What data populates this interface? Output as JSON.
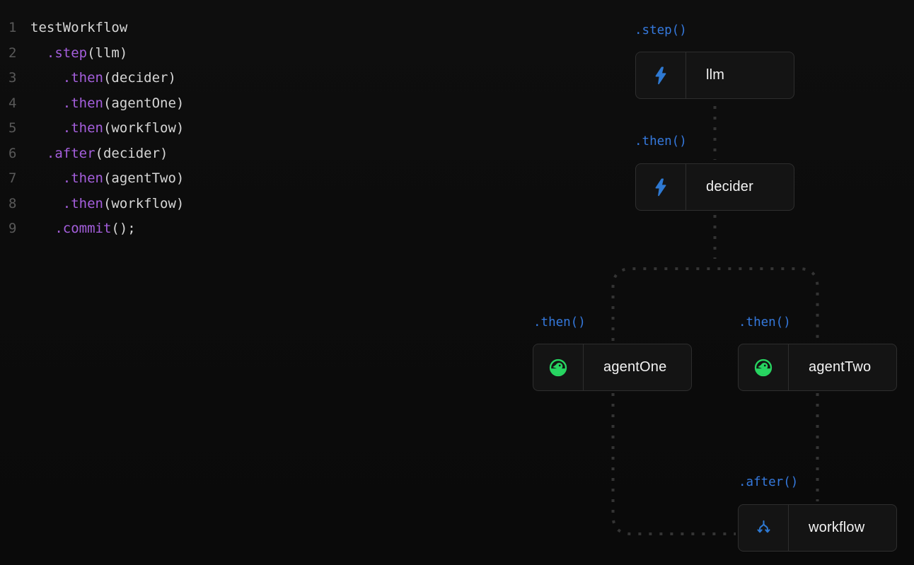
{
  "code": {
    "lines": [
      {
        "num": "1",
        "indent": "",
        "method": "",
        "rest": "testWorkflow"
      },
      {
        "num": "2",
        "indent": "  ",
        "method": ".step",
        "rest": "(llm)"
      },
      {
        "num": "3",
        "indent": "    ",
        "method": ".then",
        "rest": "(decider)"
      },
      {
        "num": "4",
        "indent": "    ",
        "method": ".then",
        "rest": "(agentOne)"
      },
      {
        "num": "5",
        "indent": "    ",
        "method": ".then",
        "rest": "(workflow)"
      },
      {
        "num": "6",
        "indent": "  ",
        "method": ".after",
        "rest": "(decider)"
      },
      {
        "num": "7",
        "indent": "    ",
        "method": ".then",
        "rest": "(agentTwo)"
      },
      {
        "num": "8",
        "indent": "    ",
        "method": ".then",
        "rest": "(workflow)"
      },
      {
        "num": "9",
        "indent": "   ",
        "method": ".commit",
        "rest": "();"
      }
    ]
  },
  "diagram": {
    "nodes": [
      {
        "label": "llm",
        "method_label": ".step()",
        "icon": "lightning-bolt-icon"
      },
      {
        "label": "decider",
        "method_label": ".then()",
        "icon": "lightning-bolt-icon"
      },
      {
        "label": "agentOne",
        "method_label": ".then()",
        "icon": "agent-bird-icon"
      },
      {
        "label": "agentTwo",
        "method_label": ".then()",
        "icon": "agent-bird-icon"
      },
      {
        "label": "workflow",
        "method_label": ".after()",
        "icon": "branch-fork-icon"
      }
    ]
  },
  "colors": {
    "background": "#0c0c0c",
    "node_background": "#141414",
    "node_border": "#2e2e2e",
    "node_text": "#f3f3f3",
    "code_text": "#d6d6d6",
    "code_method_purple": "#a55fdd",
    "line_number_gray": "#595959",
    "label_blue": "#3579dd",
    "bolt_blue": "#2e79d2",
    "agent_green": "#27d561",
    "connector_gray": "#343434"
  }
}
